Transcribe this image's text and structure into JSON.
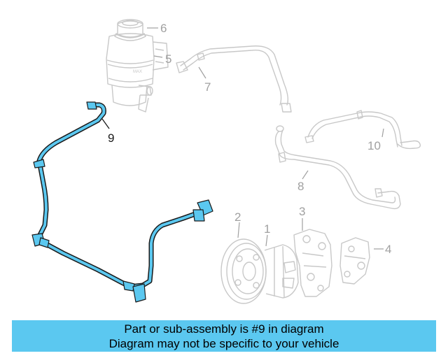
{
  "callouts": {
    "c1": "1",
    "c2": "2",
    "c3": "3",
    "c4": "4",
    "c5": "5",
    "c6": "6",
    "c7": "7",
    "c8": "8",
    "c9": "9",
    "c10": "10"
  },
  "banner": {
    "line1": "Part or sub-assembly is #9 in diagram",
    "line2": "Diagram may not be specific to your vehicle"
  },
  "colors": {
    "highlight": "#5BC8F0",
    "banner_bg": "#5BC8F0",
    "faded": "#C8C8C8",
    "label_faded": "#A0A0A0",
    "outline": "#1A1A1A"
  }
}
